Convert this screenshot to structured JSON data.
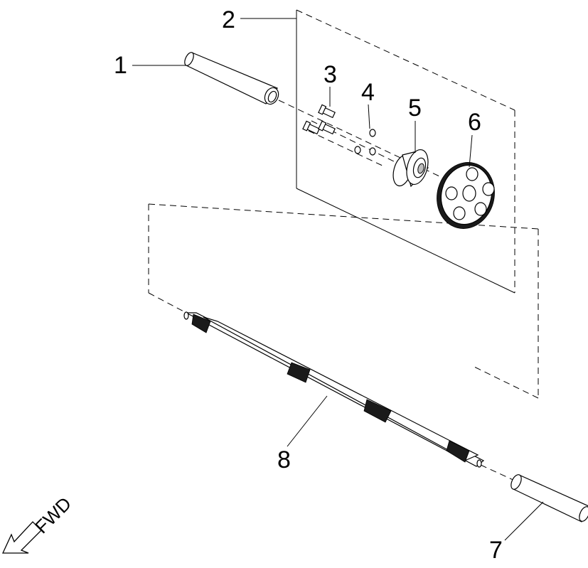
{
  "diagram": {
    "callouts": [
      {
        "id": "1",
        "label": "1"
      },
      {
        "id": "2",
        "label": "2"
      },
      {
        "id": "3",
        "label": "3"
      },
      {
        "id": "4",
        "label": "4"
      },
      {
        "id": "5",
        "label": "5"
      },
      {
        "id": "6",
        "label": "6"
      },
      {
        "id": "7",
        "label": "7"
      },
      {
        "id": "8",
        "label": "8"
      }
    ],
    "direction_label": "FWD"
  }
}
